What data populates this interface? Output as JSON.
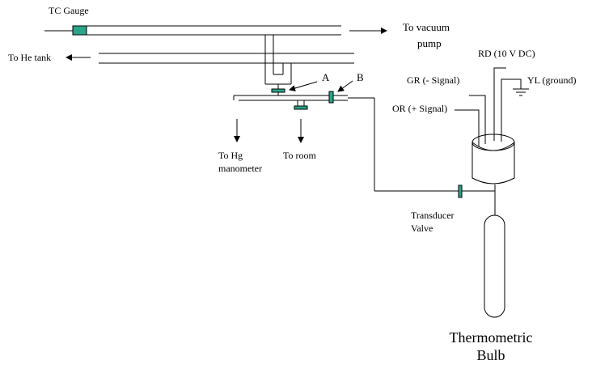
{
  "labels": {
    "tc_gauge": "TC Gauge",
    "to_vacuum_pump_line1": "To vacuum",
    "to_vacuum_pump_line2": "pump",
    "to_he_tank": "To He tank",
    "valve_a": "A",
    "valve_b": "B",
    "to_hg_line1": "To Hg",
    "to_hg_line2": "manometer",
    "to_room": "To room",
    "rd_wire": "RD (10 V DC)",
    "gr_wire": "GR (- Signal)",
    "yl_wire": "YL (ground)",
    "or_wire": "OR (+ Signal)",
    "transducer_line1": "Transducer",
    "transducer_line2": "Valve",
    "bulb_line1": "Thermometric",
    "bulb_line2": "Bulb"
  },
  "colors": {
    "line": "#000000",
    "valve": "#2aa58a"
  }
}
